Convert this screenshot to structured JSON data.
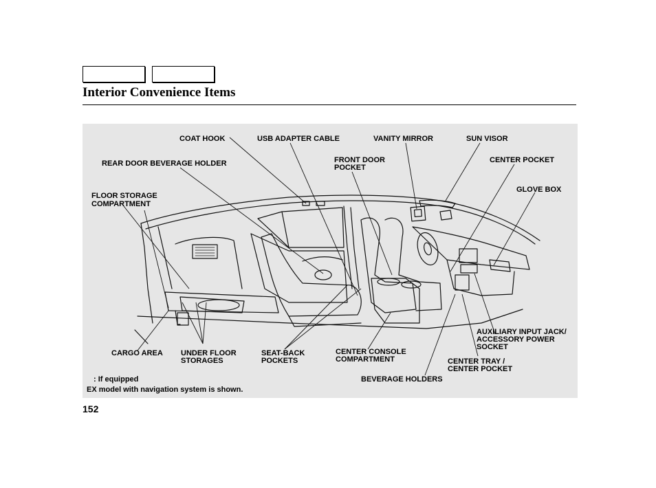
{
  "header": {
    "title": "Interior Convenience Items"
  },
  "labels": {
    "coat_hook": "COAT HOOK",
    "usb_adapter_cable": "USB ADAPTER CABLE",
    "vanity_mirror": "VANITY MIRROR",
    "sun_visor": "SUN VISOR",
    "rear_door_beverage_holder": "REAR DOOR BEVERAGE HOLDER",
    "front_door_pocket_1": "FRONT DOOR",
    "front_door_pocket_2": "POCKET",
    "center_pocket": "CENTER POCKET",
    "glove_box": "GLOVE BOX",
    "floor_storage_1": "FLOOR STORAGE",
    "floor_storage_2": "COMPARTMENT",
    "cargo_area": "CARGO AREA",
    "under_floor_1": "UNDER FLOOR",
    "under_floor_2": "STORAGES",
    "seat_back_1": "SEAT-BACK",
    "seat_back_2": "POCKETS",
    "center_console_1": "CENTER CONSOLE",
    "center_console_2": "COMPARTMENT",
    "beverage_holders": "BEVERAGE HOLDERS",
    "aux_jack_1": "AUXILIARY INPUT JACK/",
    "aux_jack_2": "ACCESSORY POWER",
    "aux_jack_3": "SOCKET",
    "center_tray_1": "CENTER TRAY  /",
    "center_tray_2": "CENTER POCKET"
  },
  "notes": {
    "if_equipped": ":  If equipped",
    "model_note": "EX model with navigation system is shown."
  },
  "footer": {
    "page_number": "152"
  }
}
